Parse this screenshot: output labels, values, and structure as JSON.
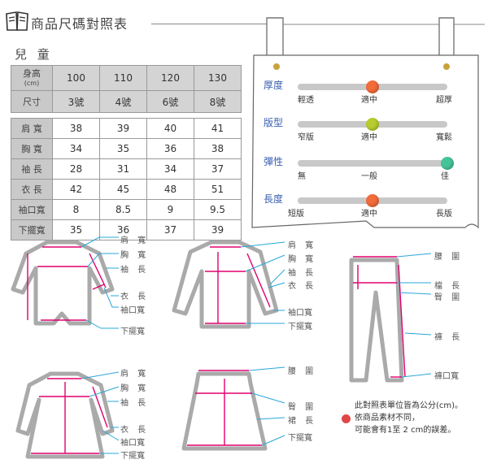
{
  "header": {
    "title": "商品尺碼對照表"
  },
  "section": {
    "title": "兒 童"
  },
  "table": {
    "height_label": "身高",
    "height_unit": "(cm)",
    "heights": [
      "100",
      "110",
      "120",
      "130"
    ],
    "size_label": "尺寸",
    "sizes": [
      "3號",
      "4號",
      "6號",
      "8號"
    ],
    "rows": [
      {
        "label": "肩 寬",
        "values": [
          "38",
          "39",
          "40",
          "41"
        ]
      },
      {
        "label": "胸 寬",
        "values": [
          "34",
          "35",
          "36",
          "38"
        ]
      },
      {
        "label": "袖 長",
        "values": [
          "28",
          "31",
          "34",
          "37"
        ]
      },
      {
        "label": "衣 長",
        "values": [
          "42",
          "45",
          "48",
          "51"
        ]
      },
      {
        "label": "袖口寬",
        "values": [
          "8",
          "8.5",
          "9",
          "9.5"
        ]
      },
      {
        "label": "下擺寬",
        "values": [
          "35",
          "36",
          "37",
          "39"
        ]
      }
    ]
  },
  "scales": [
    {
      "label": "厚度",
      "left": "輕透",
      "mid": "適中",
      "right": "超厚",
      "value": 0.5,
      "color": "#f26b3a"
    },
    {
      "label": "版型",
      "left": "窄版",
      "mid": "適中",
      "right": "寬鬆",
      "value": 0.5,
      "color": "#b8cc2e"
    },
    {
      "label": "彈性",
      "left": "無",
      "mid": "一般",
      "right": "佳",
      "value": 1.0,
      "color": "#45c49a"
    },
    {
      "label": "長度",
      "left": "短版",
      "mid": "適中",
      "right": "長版",
      "value": 0.5,
      "color": "#f26b3a"
    }
  ],
  "diagrams": {
    "romper": [
      "肩 寬",
      "胸 寬",
      "袖 長",
      "衣 長",
      "袖口寬",
      "下擺寬"
    ],
    "tee": [
      "肩 寬",
      "胸 寬",
      "袖 長",
      "衣 長",
      "袖口寬",
      "下擺寬"
    ],
    "pants": [
      "腰 圍",
      "檔 長",
      "臀 圍",
      "褲 長",
      "褲口寬"
    ],
    "dress": [
      "肩 寬",
      "胸 寬",
      "袖 長",
      "衣 長",
      "袖口寬",
      "下擺寬"
    ],
    "skirt": [
      "腰 圍",
      "臀 圍",
      "裙 長",
      "下擺寬"
    ]
  },
  "note": {
    "line1": "此對照表單位皆為公分(cm)。",
    "line2": "依商品素材不同，",
    "line3": "可能會有1至 2 cm的誤差。"
  },
  "colors": {
    "accent": "#e0006e",
    "label": "#3a5fb0",
    "guide": "#2aa7d8"
  }
}
